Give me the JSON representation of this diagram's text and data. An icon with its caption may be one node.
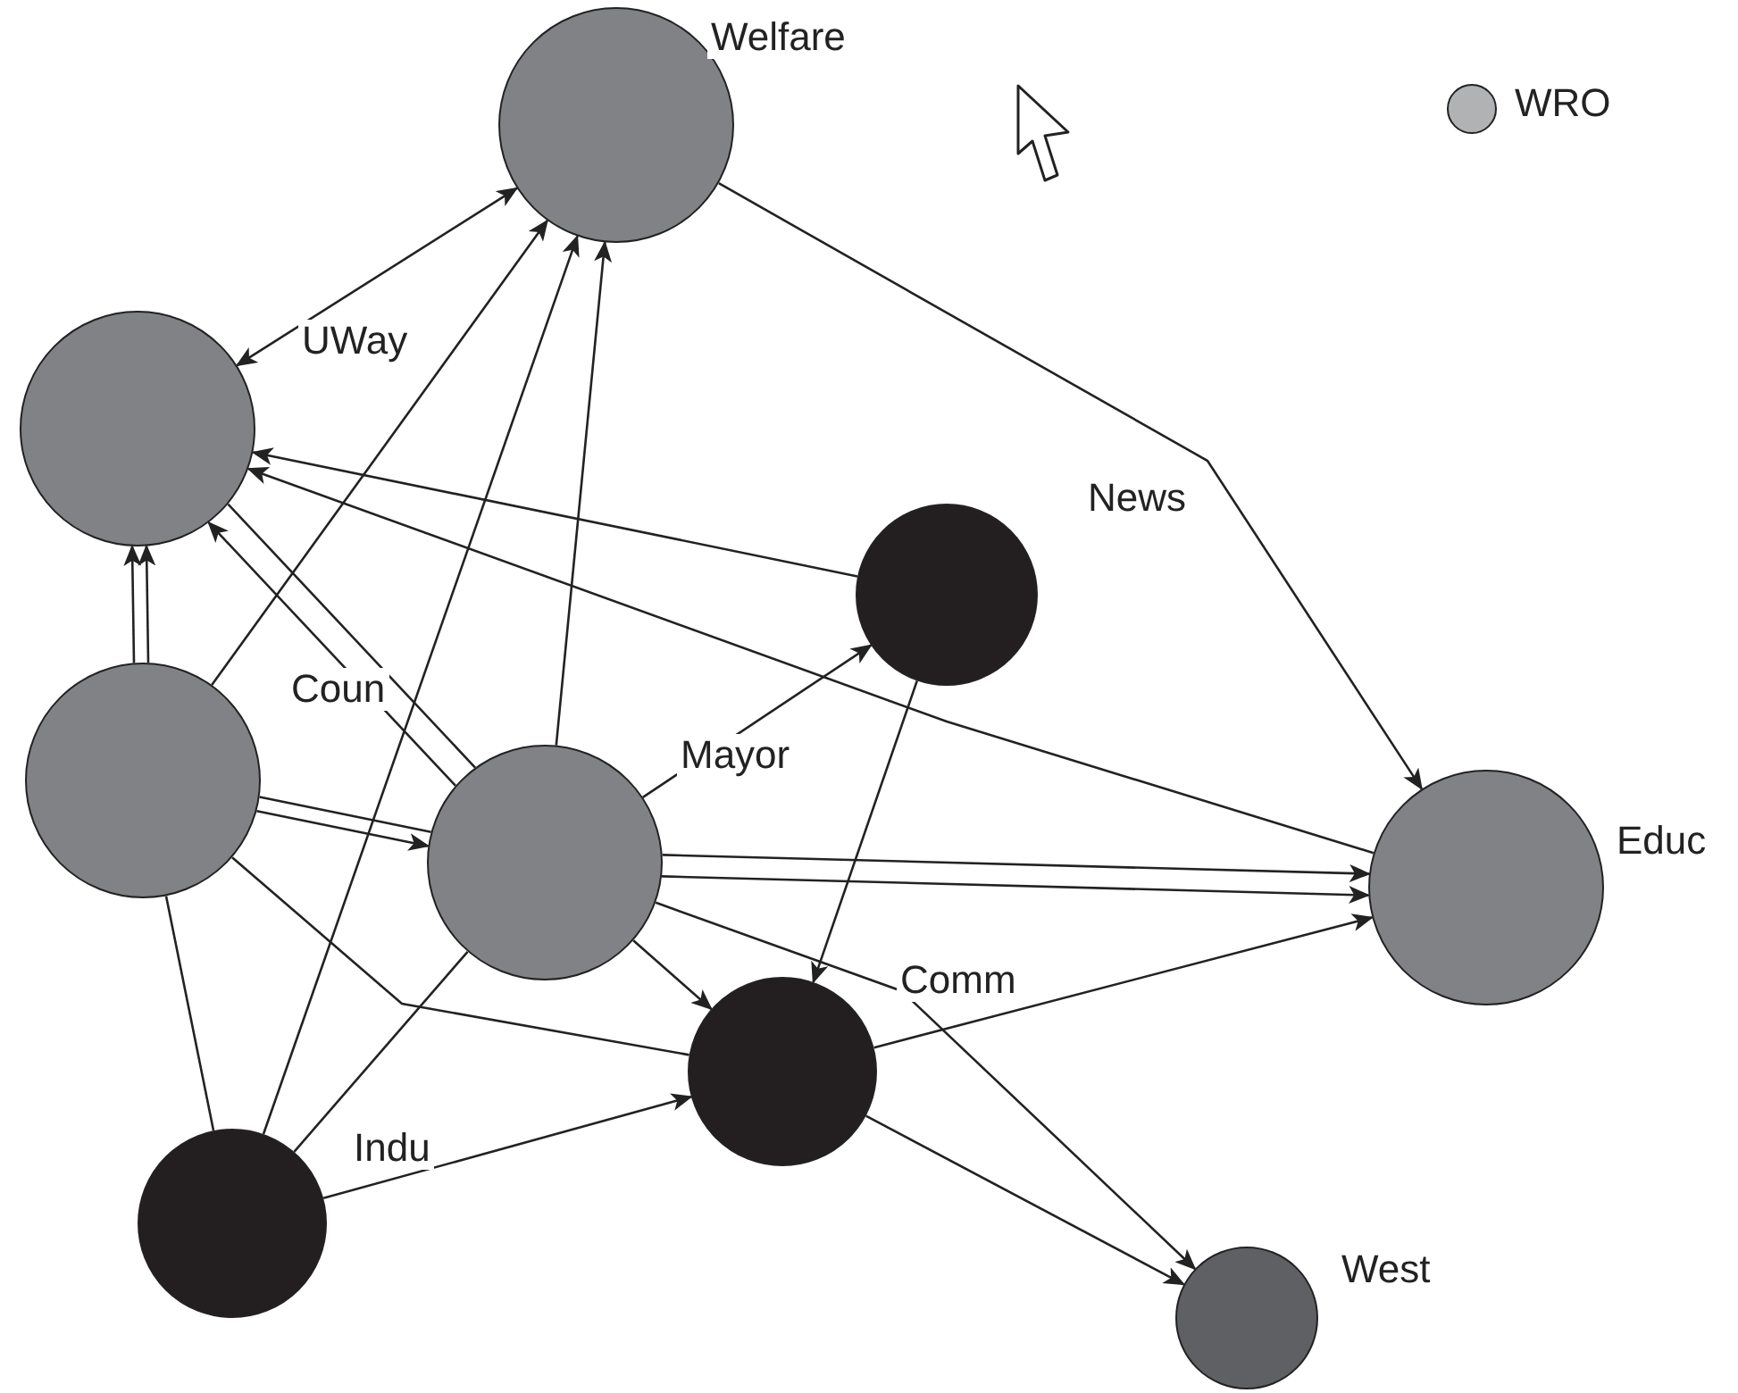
{
  "diagram": {
    "nodes": [
      {
        "text": [
          "Welfare"
        ]
      },
      {
        "text": [
          "UWay"
        ]
      },
      {
        "text": [
          "Coun"
        ]
      },
      {
        "text": [
          "News"
        ]
      },
      {
        "text": [
          "Mayor"
        ]
      },
      {
        "text": [
          "Educ"
        ]
      },
      {
        "text": [
          "Comm"
        ]
      },
      {
        "text": [
          "Indu"
        ]
      },
      {
        "text": [
          "West"
        ]
      }
    ],
    "edges": [
      {
        "from": 0,
        "to": 5,
        "arrow": "to"
      },
      {
        "from": 1,
        "to": 0,
        "arrow": "both"
      },
      {
        "from": 2,
        "to": 0,
        "arrow": "to"
      },
      {
        "from": 7,
        "to": 0,
        "arrow": "to"
      },
      {
        "from": 4,
        "to": 0,
        "arrow": "to"
      },
      {
        "from": 2,
        "to": 1,
        "arrow": "to"
      },
      {
        "from": 2,
        "to": 1,
        "arrow": "to"
      },
      {
        "from": 3,
        "to": 1,
        "arrow": "to"
      },
      {
        "from": 5,
        "to": 1,
        "arrow": "to"
      },
      {
        "from": 4,
        "to": 1,
        "arrow": "to"
      },
      {
        "from": 4,
        "to": 1,
        "arrow": "none"
      },
      {
        "from": 2,
        "to": 4,
        "arrow": "none"
      },
      {
        "from": 2,
        "to": 4,
        "arrow": "to"
      },
      {
        "from": 2,
        "to": 6,
        "arrow": "none"
      },
      {
        "from": 2,
        "to": 7,
        "arrow": "none"
      },
      {
        "from": 4,
        "to": 6,
        "arrow": "to"
      },
      {
        "from": 4,
        "to": 8,
        "arrow": "to"
      },
      {
        "from": 4,
        "to": 3,
        "arrow": "to"
      },
      {
        "from": 4,
        "to": 5,
        "arrow": "to"
      },
      {
        "from": 4,
        "to": 5,
        "arrow": "to"
      },
      {
        "from": 4,
        "to": 7,
        "arrow": "none"
      },
      {
        "from": 3,
        "to": 6,
        "arrow": "to"
      },
      {
        "from": 6,
        "to": 5,
        "arrow": "to"
      },
      {
        "from": 6,
        "to": 8,
        "arrow": "to"
      },
      {
        "from": 7,
        "to": 6,
        "arrow": "to"
      }
    ],
    "legend": [
      {
        "text": "WRO",
        "color": "#b1b2b4"
      }
    ]
  }
}
